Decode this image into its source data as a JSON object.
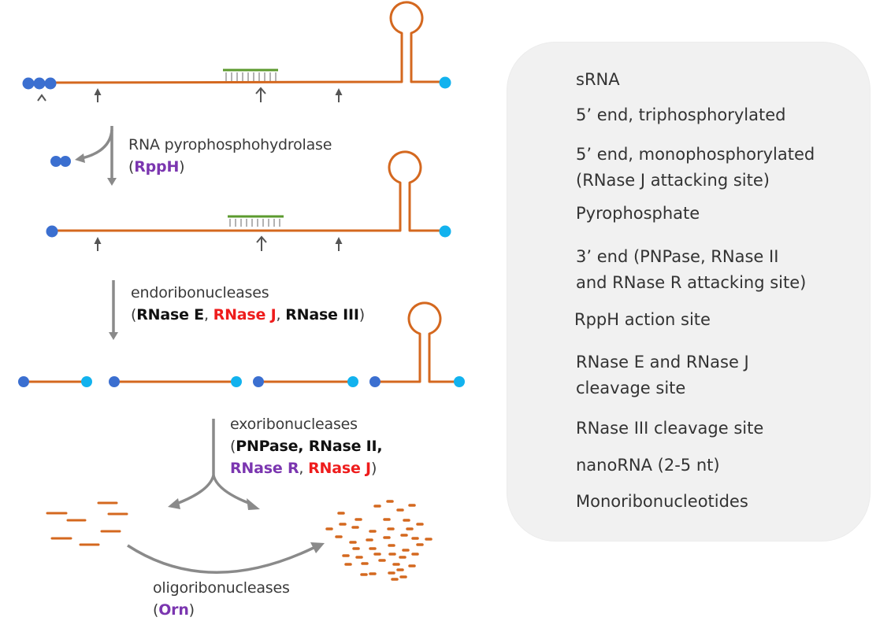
{
  "colors": {
    "rna": "#d4681f",
    "srna": "#5b9a2e",
    "five_prime": "#3b6fd0",
    "three_prime": "#12b2ee",
    "arrow": "#808080",
    "site": "#555555",
    "legend_bg": "#f1f1f1",
    "purple": "#7b36b0",
    "red": "#ee1c1c"
  },
  "steps": {
    "rpph": {
      "title": "RNA pyrophosphohydrolase",
      "open": "(",
      "enzyme": "RppH",
      "close": ")"
    },
    "endo": {
      "title": "endoribonucleases",
      "open": "(",
      "e1": "RNase E",
      "sep1": ", ",
      "e2": "RNase J",
      "sep2": ", ",
      "e3": "RNase III",
      "close": ")"
    },
    "exo": {
      "title": "exoribonucleases",
      "open": "(",
      "e1": "PNPase, RNase II,",
      "e2": "RNase R",
      "sep": ", ",
      "e3": "RNase J",
      "close": ")"
    },
    "oligo": {
      "title": "oligoribonucleases",
      "open": "(",
      "enzyme": "Orn",
      "close": ")"
    }
  },
  "legend": {
    "items": [
      {
        "icon": "srna-line-icon",
        "label": "sRNA"
      },
      {
        "icon": "triphosphate-icon",
        "label": "5’ end, triphosphorylated"
      },
      {
        "icon": "monophosphate-icon",
        "label": "5’ end, monophosphorylated",
        "label2": "(RNase J attacking site)"
      },
      {
        "icon": "pyrophosphate-icon",
        "label": "Pyrophosphate"
      },
      {
        "icon": "three-prime-end-icon",
        "label": "3’ end (PNPase, RNase II",
        "label2": "and RNase R attacking site)"
      },
      {
        "icon": "caret-icon",
        "label": "RppH action site"
      },
      {
        "icon": "small-arrow-icon",
        "label": "RNase E and RNase J",
        "label2": "cleavage site"
      },
      {
        "icon": "open-arrow-icon",
        "label": "RNase III cleavage site"
      },
      {
        "icon": "nanorna-icon",
        "label": "nanoRNA (2-5 nt)"
      },
      {
        "icon": "monoribonucleotides-icon",
        "label": "Monoribonucleotides"
      }
    ]
  }
}
